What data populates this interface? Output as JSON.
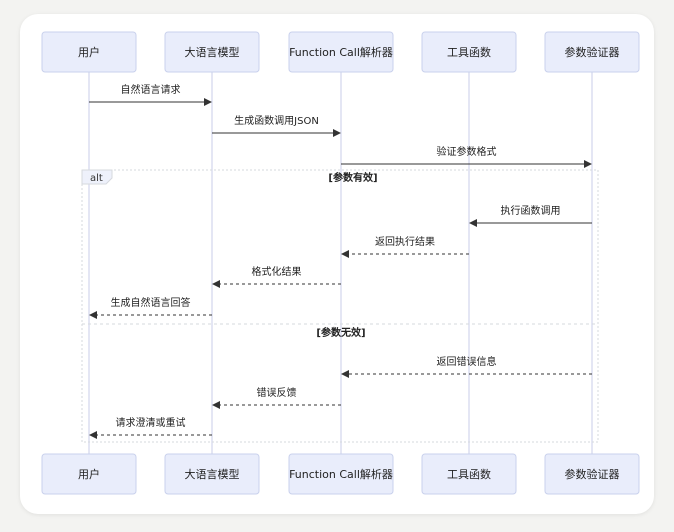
{
  "participants": [
    "用户",
    "大语言模型",
    "Function Call解析器",
    "工具函数",
    "参数验证器"
  ],
  "messages": [
    {
      "from": 0,
      "to": 1,
      "text": "自然语言请求",
      "style": "solid"
    },
    {
      "from": 1,
      "to": 2,
      "text": "生成函数调用JSON",
      "style": "solid"
    },
    {
      "from": 2,
      "to": 4,
      "text": "验证参数格式",
      "style": "solid"
    },
    {
      "from": 4,
      "to": 3,
      "text": "执行函数调用",
      "style": "solid"
    },
    {
      "from": 3,
      "to": 2,
      "text": "返回执行结果",
      "style": "dashed"
    },
    {
      "from": 2,
      "to": 1,
      "text": "格式化结果",
      "style": "dashed"
    },
    {
      "from": 1,
      "to": 0,
      "text": "生成自然语言回答",
      "style": "dashed"
    },
    {
      "from": 4,
      "to": 2,
      "text": "返回错误信息",
      "style": "dashed"
    },
    {
      "from": 2,
      "to": 1,
      "text": "错误反馈",
      "style": "dashed"
    },
    {
      "from": 1,
      "to": 0,
      "text": "请求澄清或重试",
      "style": "dashed"
    }
  ],
  "alt": {
    "label": "alt",
    "guard_1": "[参数有效]",
    "guard_2": "[参数无效]"
  },
  "colors": {
    "box_fill": "#e9edfb",
    "box_stroke": "#c9d1ec",
    "lifeline": "#c8cde8",
    "arrow": "#333333",
    "frame": "#d6d9de"
  }
}
